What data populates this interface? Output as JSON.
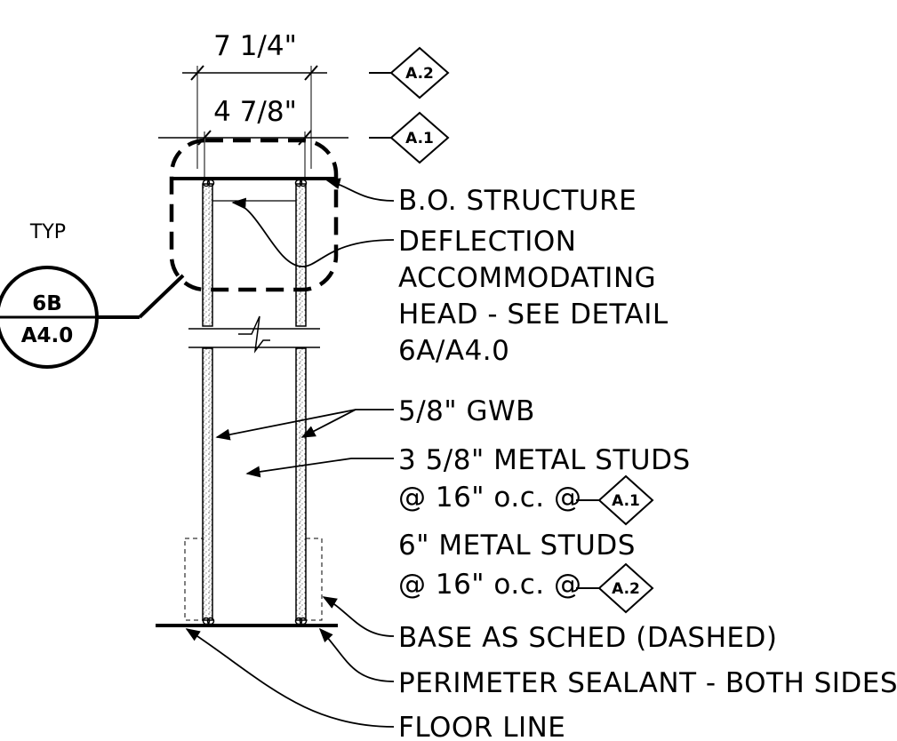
{
  "dimensions": {
    "overall": "7 1/4\"",
    "stud": "4 7/8\""
  },
  "wall_tags": {
    "a2": "A.2",
    "a1": "A.1"
  },
  "typ_label": "TYP",
  "detail_bubble": {
    "top": "6B",
    "bottom": "A4.0"
  },
  "notes": {
    "bo_structure": "B.O. STRUCTURE",
    "deflection_1": "DEFLECTION",
    "deflection_2": "ACCOMMODATING",
    "deflection_3": "HEAD - SEE DETAIL",
    "deflection_4": "6A/A4.0",
    "gwb": "5/8\" GWB",
    "studs_358": "3 5/8\" METAL STUDS",
    "studs_358_spacing": "@ 16\" o.c. @",
    "studs_358_tag": "A.1",
    "studs_6": "6\" METAL STUDS",
    "studs_6_spacing": "@ 16\" o.c. @",
    "studs_6_tag": "A.2",
    "base": "BASE AS SCHED (DASHED)",
    "sealant": "PERIMETER SEALANT - BOTH SIDES",
    "floor": "FLOOR LINE"
  }
}
